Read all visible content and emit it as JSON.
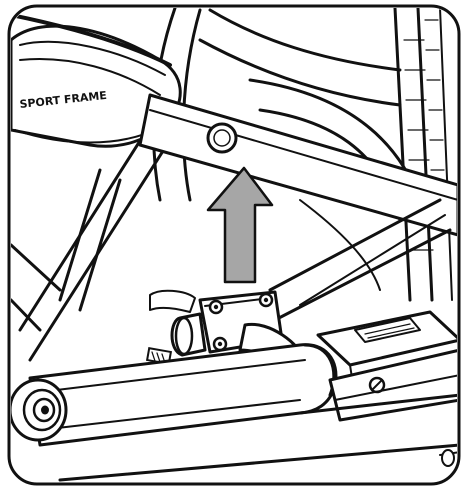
{
  "figure": {
    "brand_label": "SPORT FRAME",
    "colors": {
      "line": "#111111",
      "background": "#ffffff",
      "arrow_fill": "#a6a6a6"
    },
    "icons": [
      "upward-arrow",
      "bolt",
      "mounting-bracket",
      "frame-tube"
    ]
  }
}
